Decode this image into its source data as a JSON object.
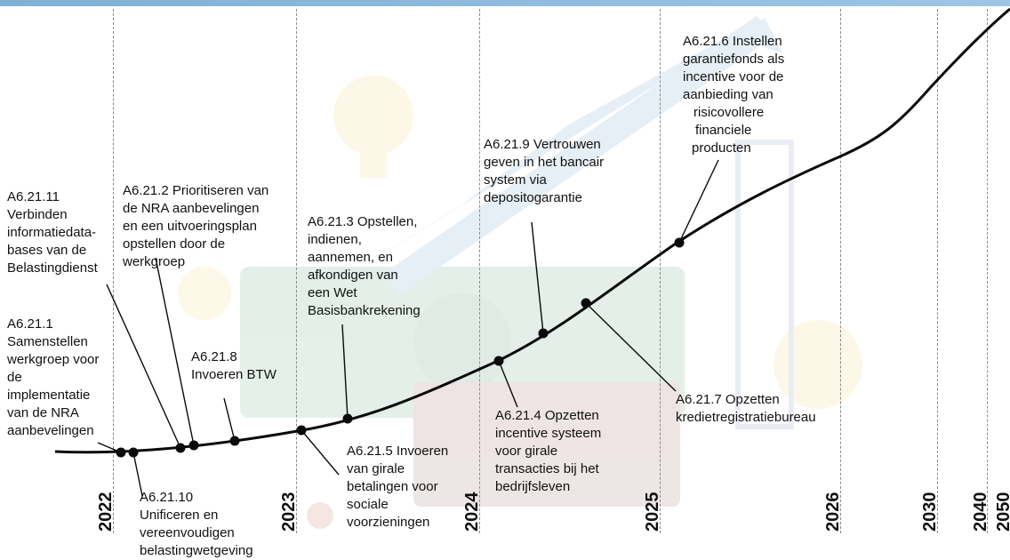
{
  "years": [
    "2022",
    "2023",
    "2024",
    "2025",
    "2026",
    "2030",
    "2040",
    "2050"
  ],
  "colors": {
    "curve": "#0a0a0a",
    "dot": "#0a0a0a",
    "grid": "#8a8a8a",
    "accent": "#4a7fc1"
  },
  "milestones": [
    {
      "id": "a6-21-11",
      "lines": [
        "A6.21.11",
        "Verbinden",
        "informatiedata-",
        "bases van de",
        "Belastingdienst"
      ]
    },
    {
      "id": "a6-21-2",
      "lines": [
        "A6.21.2 Prioritiseren van",
        "de NRA aanbevelingen",
        "en een uitvoeringsplan",
        "opstellen door de",
        "werkgroep"
      ]
    },
    {
      "id": "a6-21-3",
      "lines": [
        "A6.21.3 Opstellen,",
        "indienen,",
        "aannemen, en",
        "afkondigen van",
        "een Wet",
        "Basisbankrekening"
      ]
    },
    {
      "id": "a6-21-9",
      "lines": [
        "A6.21.9 Vertrouwen",
        "geven in het bancair",
        "system via",
        "depositogarantie"
      ]
    },
    {
      "id": "a6-21-6",
      "lines": [
        "A6.21.6 Instellen",
        "garantiefonds als",
        "incentive voor de",
        "aanbieding van",
        "risicovollere",
        "financiele",
        "producten"
      ]
    },
    {
      "id": "a6-21-1",
      "lines": [
        "A6.21.1",
        "Samenstellen",
        "werkgroep voor",
        "de",
        "implementatie",
        "van de NRA",
        "aanbevelingen"
      ]
    },
    {
      "id": "a6-21-8",
      "lines": [
        "A6.21.8",
        "Invoeren BTW"
      ]
    },
    {
      "id": "a6-21-7",
      "lines": [
        "A6.21.7 Opzetten",
        "kredietregistratiebureau"
      ]
    },
    {
      "id": "a6-21-4",
      "lines": [
        "A6.21.4 Opzetten",
        "incentive systeem",
        "voor girale",
        "transacties bij het",
        "bedrijfsleven"
      ]
    },
    {
      "id": "a6-21-5",
      "lines": [
        "A6.21.5 Invoeren",
        "van girale",
        "betalingen voor",
        "sociale",
        "voorzieningen"
      ]
    },
    {
      "id": "a6-21-10",
      "lines": [
        "A6.21.10",
        "Unificeren en",
        "vereenvoudigen",
        "belastingwetgeving"
      ]
    }
  ]
}
